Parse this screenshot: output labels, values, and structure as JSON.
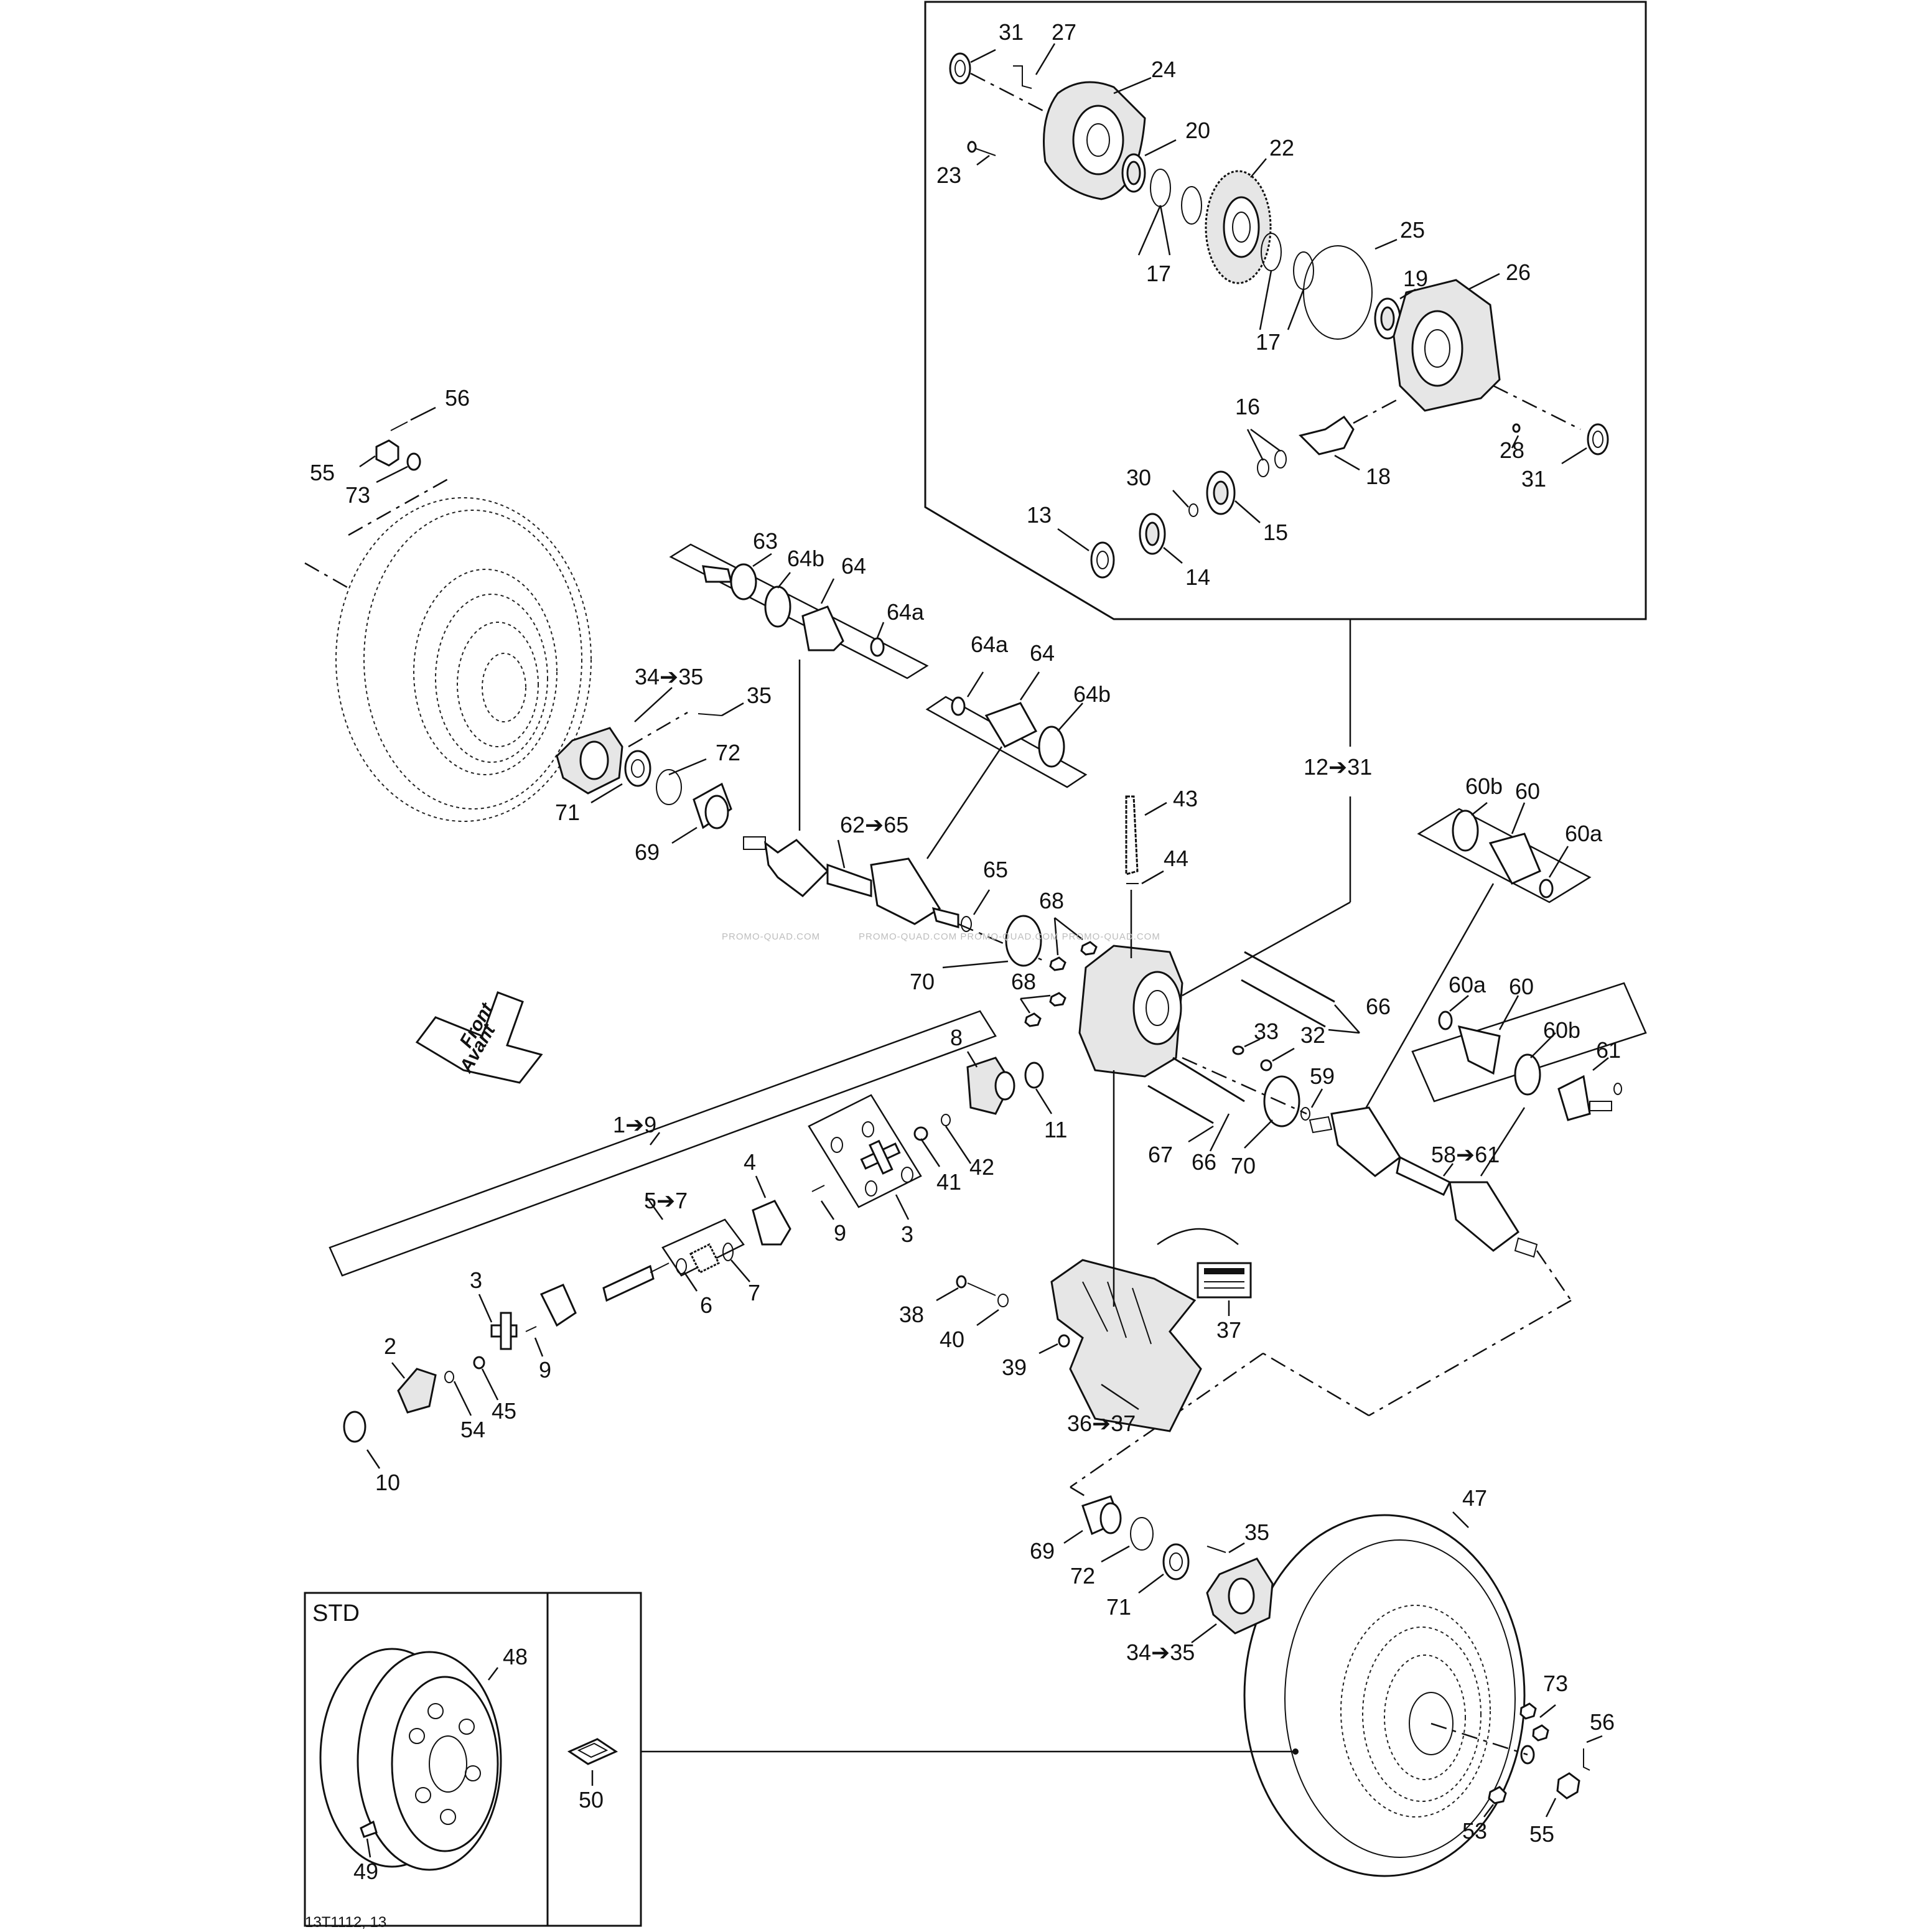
{
  "labels": {
    "l31a": "31",
    "l27": "27",
    "l24": "24",
    "l20": "20",
    "l23": "23",
    "l22": "22",
    "l17a": "17",
    "l25": "25",
    "l19": "19",
    "l26": "26",
    "l17b": "17",
    "l16": "16",
    "l28": "28",
    "l31b": "31",
    "l18": "18",
    "l30": "30",
    "l13": "13",
    "l15": "15",
    "l14": "14",
    "l56a": "56",
    "l55a": "55",
    "l73a": "73",
    "l63": "63",
    "l64b_a": "64b",
    "l64_a": "64",
    "l64a_a": "64a",
    "l64a_b": "64a",
    "l64_b": "64",
    "l64b_b": "64b",
    "l34_35a": "34➔35",
    "l35a": "35",
    "l72a": "72",
    "l71a": "71",
    "l69a": "69",
    "l62_65": "62➔65",
    "l65": "65",
    "l12_31": "12➔31",
    "l43": "43",
    "l44": "44",
    "l68a": "68",
    "l68b": "68",
    "l70a": "70",
    "l66a": "66",
    "l33": "33",
    "l32": "32",
    "l60b_a": "60b",
    "l60_a": "60",
    "l60a_a": "60a",
    "l60a_b": "60a",
    "l60_b": "60",
    "l60b_b": "60b",
    "l61": "61",
    "l59": "59",
    "l58_61": "58➔61",
    "l67": "67",
    "l66b": "66",
    "l70b": "70",
    "l8": "8",
    "l11": "11",
    "l1_9": "1➔9",
    "l4": "4",
    "l41": "41",
    "l42": "42",
    "l9a": "9",
    "l3a": "3",
    "l5_7": "5➔7",
    "l6": "6",
    "l7": "7",
    "l3b": "3",
    "l2": "2",
    "l9b": "9",
    "l54": "54",
    "l45": "45",
    "l10": "10",
    "l38": "38",
    "l40": "40",
    "l39": "39",
    "l36_37": "36➔37",
    "l37": "37",
    "l47": "47",
    "l69b": "69",
    "l72b": "72",
    "l35b": "35",
    "l71b": "71",
    "l34_35b": "34➔35",
    "l73b": "73",
    "l56b": "56",
    "l53": "53",
    "l55b": "55",
    "l48": "48",
    "l49": "49",
    "l50": "50"
  },
  "std_label": "STD",
  "front_arrow": {
    "line1": "Front",
    "line2": "Avant"
  },
  "drawing_code": "13T1112, 13",
  "watermark": "PROMO-QUAD.COM",
  "watermark_repeat": "PROMO-QUAD.COM PROMO-QUAD.COM PROMO-QUAD.COM"
}
